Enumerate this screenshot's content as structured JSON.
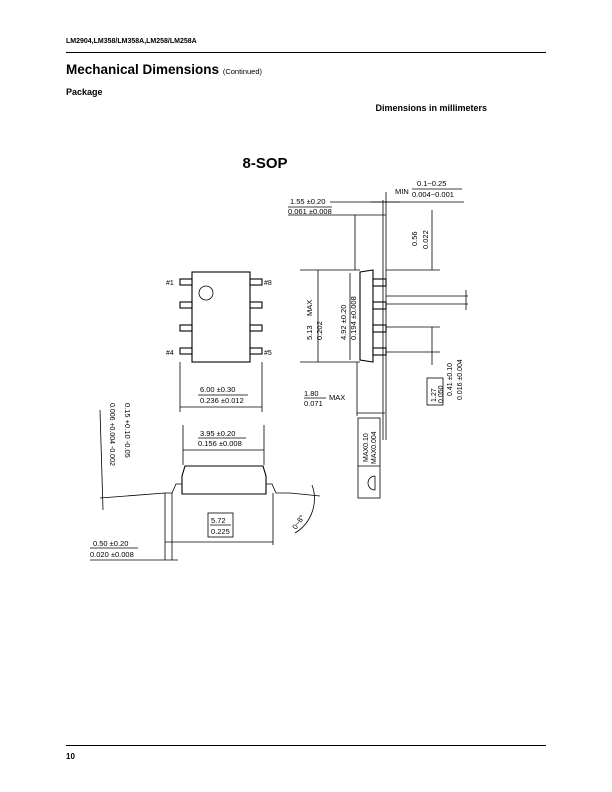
{
  "header": {
    "part_numbers": "LM2904,LM358/LM358A,LM258/LM258A"
  },
  "section": {
    "title": "Mechanical Dimensions",
    "title_suffix": "(Continued)",
    "subtitle": "Package",
    "units_note": "Dimensions in millimeters"
  },
  "drawing": {
    "package_name": "8-SOP",
    "pins": {
      "pin1": "#1",
      "pin4": "#4",
      "pin5": "#5",
      "pin8": "#8"
    },
    "dims": {
      "lead_thk_prefix": "MIN",
      "lead_thk_mm": "0.1~0.25",
      "lead_thk_in": "0.004~0.001",
      "standoff_mm": "1.55 ±0.20",
      "standoff_in": "0.061 ±0.008",
      "lead_w_ref_mm": "0.56",
      "lead_w_ref_in": "0.022",
      "len_max_mm": "5.13",
      "len_max_in": "0.202",
      "max_label": "MAX",
      "body_len_mm": "4.92 ±0.20",
      "body_len_in": "0.194 ±0.008",
      "lead_w_mm": "0.41 ±0.10",
      "lead_w_in": "0.016 ±0.004",
      "pitch_mm": "1.27",
      "pitch_in": "0.050",
      "height_mm": "1.80",
      "height_in": "0.071",
      "height_suffix": "MAX",
      "overall_w_mm": "6.00 ±0.30",
      "overall_w_in": "0.236 ±0.012",
      "coplan_mm": "MAX0.10",
      "coplan_in": "MAX0.004",
      "thk_mm": "0.15 +0.10 -0.05",
      "thk_in": "0.006 +0.004 -0.002",
      "body_w_mm": "3.95 ±0.20",
      "body_w_in": "0.156 ±0.008",
      "lead_span_mm": "5.72",
      "lead_span_in": "0.225",
      "foot_mm": "0.50 ±0.20",
      "foot_in": "0.020 ±0.008",
      "angle": "0~8°"
    }
  },
  "footer": {
    "page_number": "10"
  }
}
